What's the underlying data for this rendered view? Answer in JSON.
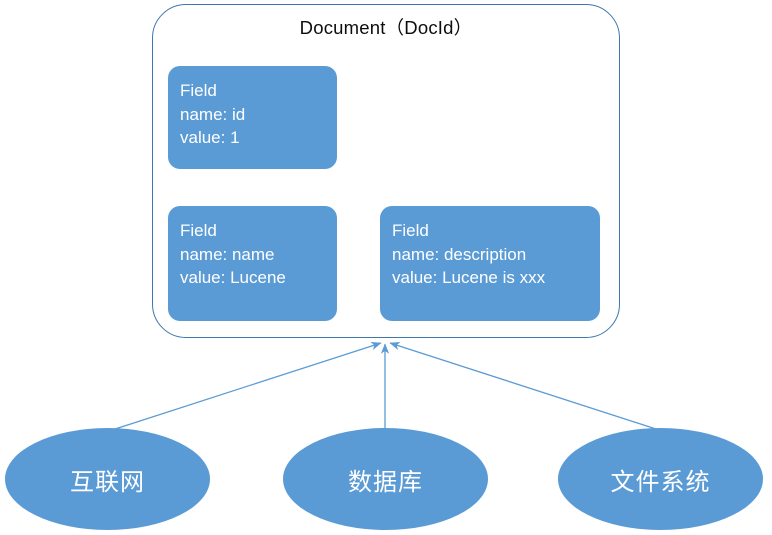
{
  "diagram": {
    "title": "Document（DocId）",
    "document_box": {
      "label": "Document（DocId）"
    },
    "fields": [
      {
        "type_label": "Field",
        "name_line": "name: id",
        "value_line": "value: 1"
      },
      {
        "type_label": "Field",
        "name_line": "name: name",
        "value_line": "value: Lucene"
      },
      {
        "type_label": "Field",
        "name_line": "name: description",
        "value_line": "value: Lucene is xxx"
      }
    ],
    "sources": [
      {
        "label": "互联网"
      },
      {
        "label": "数据库"
      },
      {
        "label": "文件系统"
      }
    ],
    "arrows": [
      {
        "from": "互联网",
        "to": "Document（DocId）"
      },
      {
        "from": "数据库",
        "to": "Document（DocId）"
      },
      {
        "from": "文件系统",
        "to": "Document（DocId）"
      }
    ],
    "colors": {
      "shape_fill": "#5b9bd5",
      "outline": "#3f76ab",
      "arrow": "#5b9bd5",
      "shape_text": "#ffffff",
      "title_text": "#0d0d0d",
      "background": "#ffffff"
    }
  }
}
